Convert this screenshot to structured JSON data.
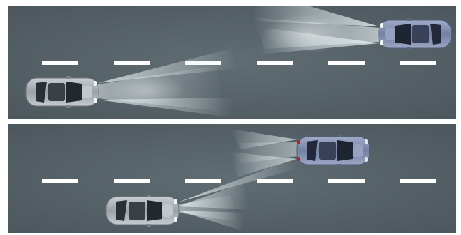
{
  "colors": {
    "background": "#ffffff",
    "road_light": "#5d6a70",
    "road_dark": "#3f4a4f",
    "lane_marking": "#ffffff",
    "car_silver": "#b3b8bd",
    "car_blue": "#8593b4",
    "beam": "#dfe9ec",
    "glass": "#1f2327"
  },
  "icons": {
    "car": "car-top-view-icon",
    "beam": "headlight-beam-icon"
  },
  "panels": [
    {
      "name": "top",
      "cars": [
        {
          "name": "own-vehicle",
          "color": "silver",
          "facing": "right",
          "headlights": "high-beam"
        },
        {
          "name": "oncoming-vehicle",
          "color": "blue",
          "facing": "left",
          "headlights": "high-beam"
        }
      ]
    },
    {
      "name": "bottom",
      "cars": [
        {
          "name": "own-vehicle",
          "color": "silver",
          "facing": "right",
          "headlights": "low-beam"
        },
        {
          "name": "preceding-vehicle",
          "color": "blue",
          "facing": "right",
          "headlights": "none"
        }
      ]
    }
  ]
}
